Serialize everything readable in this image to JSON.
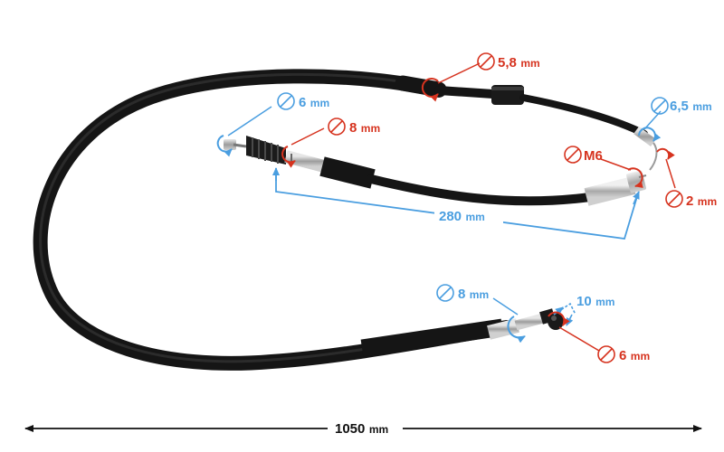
{
  "colors": {
    "blue": "#4a9ee0",
    "red": "#d6331f",
    "cable": "#1c1c1c",
    "metal": "#b9b9b9",
    "black_text": "#111111"
  },
  "dimensions": {
    "d_5_8": {
      "value": "5,8",
      "unit": "mm",
      "symbol": "⌀",
      "color": "red"
    },
    "d_6_5": {
      "value": "6,5",
      "unit": "mm",
      "symbol": "⌀",
      "color": "blue"
    },
    "d_6_top": {
      "value": "6",
      "unit": "mm",
      "symbol": "⌀",
      "color": "blue"
    },
    "d_8_red": {
      "value": "8",
      "unit": "mm",
      "symbol": "⌀",
      "color": "red"
    },
    "m6": {
      "value": "M6",
      "unit": "",
      "symbol": "⌀",
      "color": "red"
    },
    "d_2": {
      "value": "2",
      "unit": "mm",
      "symbol": "⌀",
      "color": "red"
    },
    "len_280": {
      "value": "280",
      "unit": "mm",
      "color": "blue"
    },
    "d_8_blue": {
      "value": "8",
      "unit": "mm",
      "symbol": "⌀",
      "color": "blue"
    },
    "len_10": {
      "value": "10",
      "unit": "mm",
      "color": "blue"
    },
    "d_6_bottom": {
      "value": "6",
      "unit": "mm",
      "symbol": "⌀",
      "color": "red"
    },
    "len_1050": {
      "value": "1050",
      "unit": "mm",
      "color": "black"
    }
  }
}
